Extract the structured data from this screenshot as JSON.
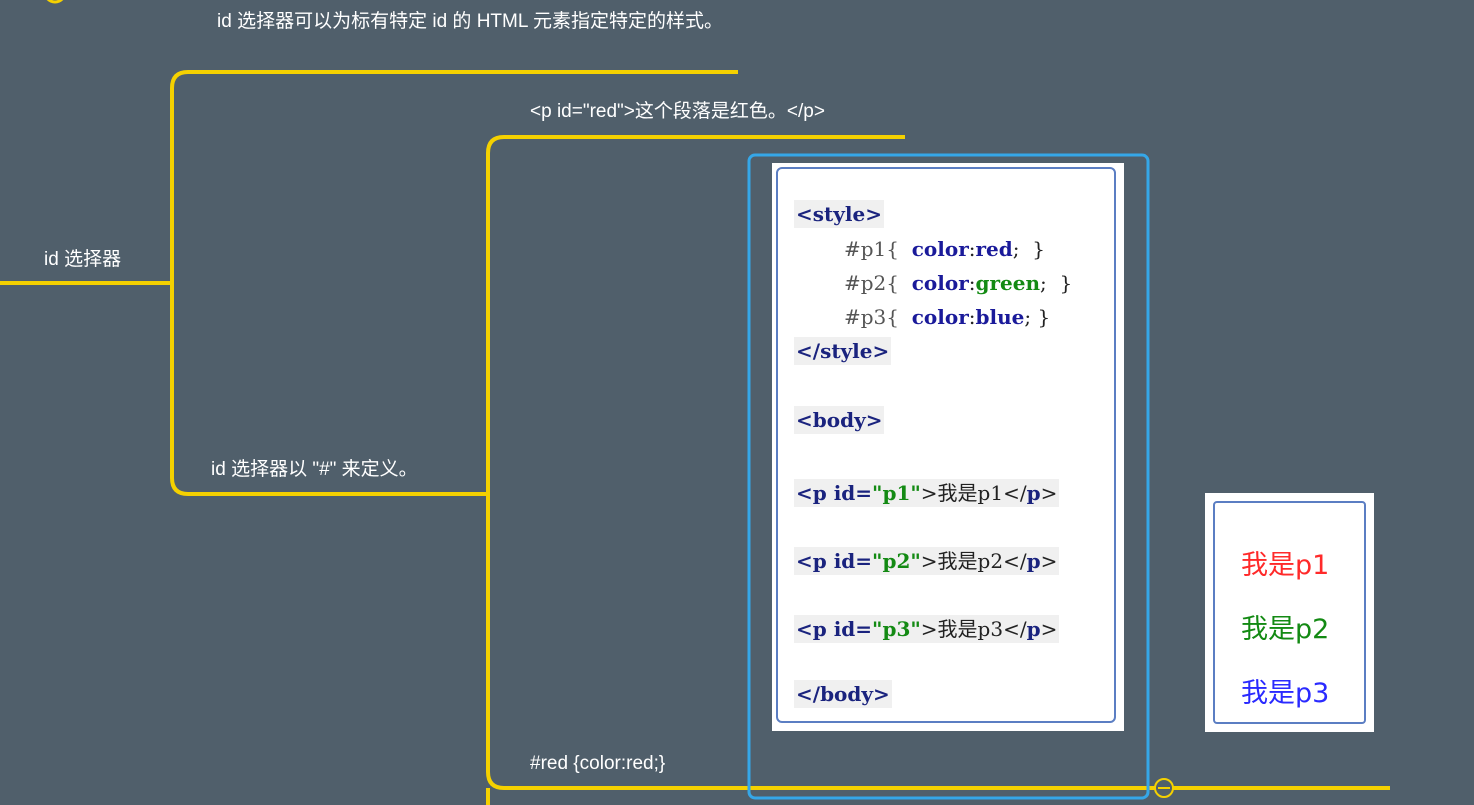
{
  "nodes": {
    "root": "id 选择器",
    "desc_1": "id 选择器可以为标有特定 id 的 HTML 元素指定特定的样式。",
    "desc_2": "id 选择器以 \"#\" 来定义。",
    "example_1": "<p id=\"red\">这个段落是红色。</p>",
    "example_2": "#red {color:red;}"
  },
  "code_image": {
    "style_open": "<style>",
    "rule_p1": "#p1{  color:red;  }",
    "rule_p1_selector": "#p1{",
    "rule_p1_prop": "color",
    "rule_p1_value": "red",
    "rule_p2_selector": "#p2{",
    "rule_p2_prop": "color",
    "rule_p2_value": "green",
    "rule_p3_selector": "#p3{",
    "rule_p3_prop": "color",
    "rule_p3_value": "blue",
    "style_close": "</style>",
    "body_open": "<body>",
    "p1_line_start": "<p id=",
    "p1_id": "\"p1\"",
    "p1_text": ">我是p1</",
    "p_tag": "p",
    "p2_id": "\"p2\"",
    "p2_text": ">我是p2</",
    "p3_id": "\"p3\"",
    "p3_text": ">我是p3</",
    "body_close": "</body>"
  },
  "output_image": {
    "line_1": "我是p1",
    "line_2": "我是p2",
    "line_3": "我是p3"
  },
  "colors": {
    "background": "#505f6b",
    "branch": "#f5d100",
    "selection": "#35a7e8",
    "output_red": "#ff2a2a",
    "output_green": "#138a13",
    "output_blue": "#2a2aff"
  },
  "icons": {
    "collapse": "minus-circle-icon"
  }
}
